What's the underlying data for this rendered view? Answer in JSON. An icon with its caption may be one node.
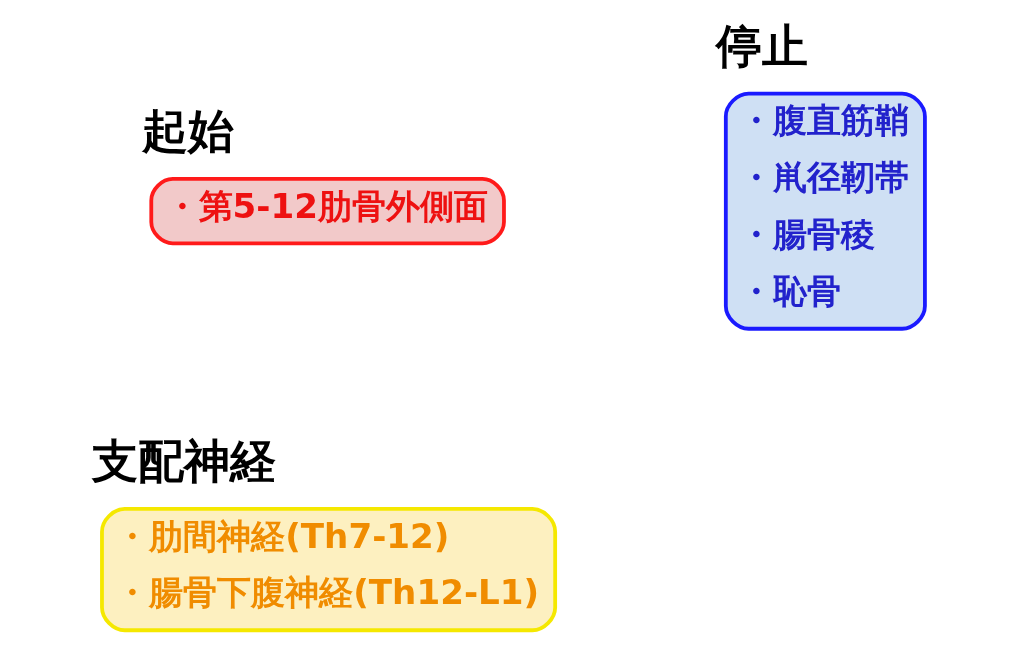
{
  "diagram": {
    "nodes": [
      {
        "text": [
          "起始",
          "・第5-12肋骨外側面"
        ]
      },
      {
        "text": [
          "停止",
          "・腹直筋鞘",
          "・鼡径靭帯",
          "・腸骨稜",
          "・恥骨"
        ]
      },
      {
        "text": [
          "支配神経",
          "・肋間神経(Th7-12)",
          "・腸骨下腹神経(Th12-L1)"
        ]
      }
    ],
    "edges": []
  }
}
